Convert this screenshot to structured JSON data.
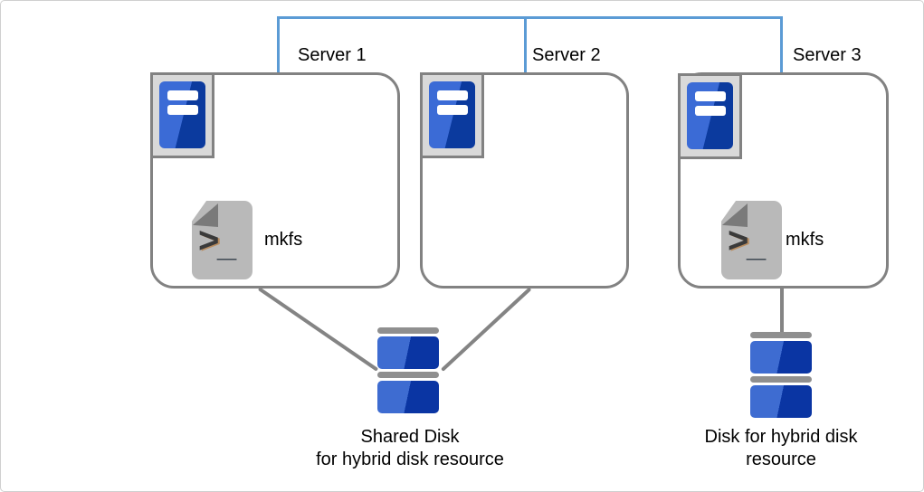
{
  "diagram": {
    "servers": [
      {
        "label": "Server 1",
        "script": {
          "label": "mkfs",
          "prompt": ">",
          "cursor": "_"
        }
      },
      {
        "label": "Server 2"
      },
      {
        "label": "Server 3",
        "script": {
          "label": "mkfs",
          "prompt": ">",
          "cursor": "_"
        }
      }
    ],
    "disks": [
      {
        "name": "shared-disk",
        "label_line1": "Shared Disk",
        "label_line2": "for hybrid disk resource"
      },
      {
        "name": "hybrid-disk",
        "label_line1": "Disk for hybrid disk",
        "label_line2": "resource"
      }
    ],
    "colors": {
      "interconnect_blue": "#5B9BD5",
      "outline_gray": "#828282",
      "connector_gray": "#848484",
      "server_blue_light": "#3B6BD6",
      "server_blue_dark": "#0B3A9E",
      "disk_blue_light": "#3E6CD1",
      "disk_blue_dark": "#0A35A3",
      "doc_gray": "#B9B9B9",
      "doc_fold_gray": "#7A7A7A",
      "icon_plate_gray": "#D9D9D9"
    }
  }
}
